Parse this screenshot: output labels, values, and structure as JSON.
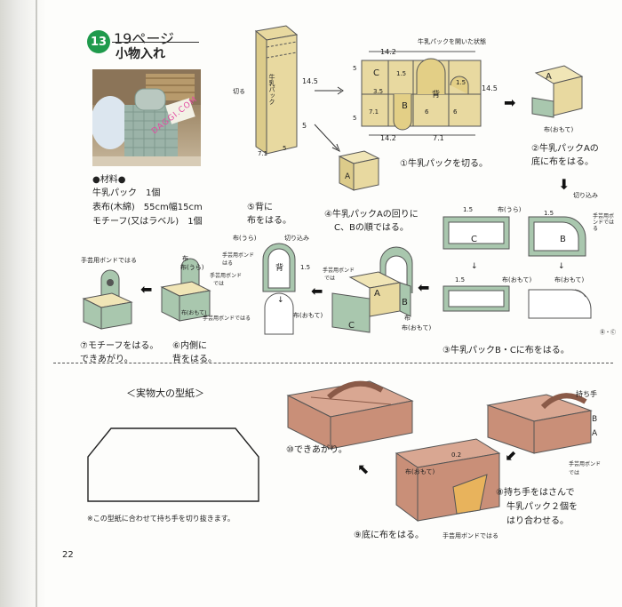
{
  "header": {
    "badge_number": "13",
    "page_ref": "19ページ",
    "project_title": "小物入れ"
  },
  "photo": {
    "watermark": "DAGGI.COM"
  },
  "materials": {
    "heading": "●材料●",
    "items": [
      "牛乳パック　1個",
      "表布(木綿)　55cm幅15cm",
      "モチーフ(又はラベル)　1個"
    ]
  },
  "diagram": {
    "carton_labels": {
      "milk_pack": "牛乳パック",
      "cut_in": "切る",
      "a": "A",
      "b": "B",
      "c": "C",
      "back": "背"
    },
    "opened_note": "牛乳パックを開いた状態",
    "dims": {
      "d14_5": "14.5",
      "d5": "5",
      "d7_1": "7.1",
      "d14_2": "14.2",
      "d1_5": "1.5",
      "d3_5": "3.5",
      "d6": "6",
      "d0_2": "0.2"
    },
    "fabric_labels": {
      "ura": "布(うら)",
      "omote": "布(おもて)",
      "kirikomi": "切り込み",
      "bond": "手芸用ボンドで",
      "bond_hari": "手芸用ボンドではる",
      "bond_short": "手芸用ボンド",
      "hari": "はる",
      "de": "では",
      "fabric": "布"
    },
    "bubble": "Ⓑ・Ⓒ"
  },
  "steps": {
    "s1": "①牛乳パックを切る。",
    "s2_line1": "②牛乳パックAの",
    "s2_line2": "底に布をはる。",
    "s3": "③牛乳パックB・Cに布をはる。",
    "s4_line1": "④牛乳パックAの回りに",
    "s4_line2": "C、Bの順ではる。",
    "s5_line1": "⑤背に",
    "s5_line2": "布をはる。",
    "s6_line1": "⑥内側に",
    "s6_line2": "背をはる。",
    "s7_line1": "⑦モチーフをはる。",
    "s7_line2": "できあがり。",
    "s8_line1": "⑧持ち手をはさんで",
    "s8_line2": "牛乳パック２個を",
    "s8_line3": "はり合わせる。",
    "s9": "⑨底に布をはる。",
    "s10": "⑩できあがり。",
    "handle": "持ち手"
  },
  "pattern": {
    "heading": "＜実物大の型紙＞",
    "note": "※この型紙に合わせて持ち手を切り抜きます。"
  },
  "footer": {
    "page_number": "22"
  },
  "colors": {
    "badge": "#1f9a4c",
    "fabric_green": "#a9c7ae",
    "fabric_plaid": "#c98f78",
    "kraft": "#e8d9a0"
  }
}
